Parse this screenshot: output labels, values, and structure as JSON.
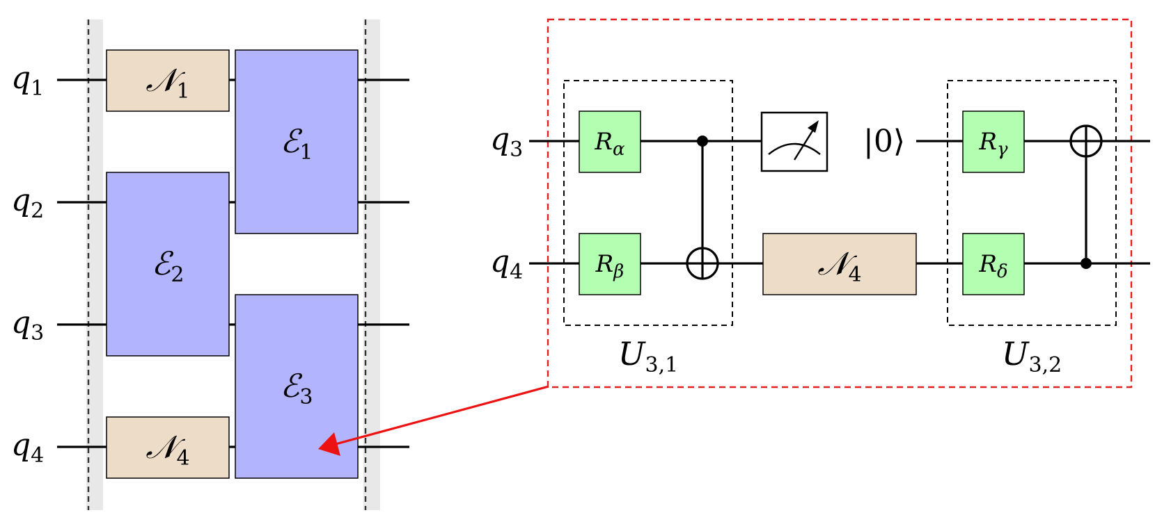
{
  "left_circuit": {
    "qubits": [
      {
        "name": "q",
        "index": "1"
      },
      {
        "name": "q",
        "index": "2"
      },
      {
        "name": "q",
        "index": "3"
      },
      {
        "name": "q",
        "index": "4"
      }
    ],
    "gates": {
      "n1": {
        "symbol": "𝒩",
        "sub": "1"
      },
      "n4": {
        "symbol": "𝒩",
        "sub": "4"
      },
      "e1": {
        "symbol": "ℰ",
        "sub": "1"
      },
      "e2": {
        "symbol": "ℰ",
        "sub": "2"
      },
      "e3": {
        "symbol": "ℰ",
        "sub": "3"
      }
    }
  },
  "right_circuit": {
    "qubits": [
      {
        "name": "q",
        "index": "3"
      },
      {
        "name": "q",
        "index": "4"
      }
    ],
    "gates": {
      "r_alpha": {
        "symbol": "R",
        "sub": "α"
      },
      "r_beta": {
        "symbol": "R",
        "sub": "β"
      },
      "r_gamma": {
        "symbol": "R",
        "sub": "γ"
      },
      "r_delta": {
        "symbol": "R",
        "sub": "δ"
      },
      "n4": {
        "symbol": "𝒩",
        "sub": "4"
      }
    },
    "reset_ket": "|0⟩",
    "blocks": {
      "u31": {
        "symbol": "U",
        "sub": "3,1"
      },
      "u32": {
        "symbol": "U",
        "sub": "3,2"
      }
    }
  },
  "colors": {
    "noise_gate": "#ecdcc8",
    "channel_gate": "#b2b4fd",
    "rotation_gate": "#b2ffb2",
    "zoom_box": "#e32020",
    "arrow": "#ee1111"
  }
}
